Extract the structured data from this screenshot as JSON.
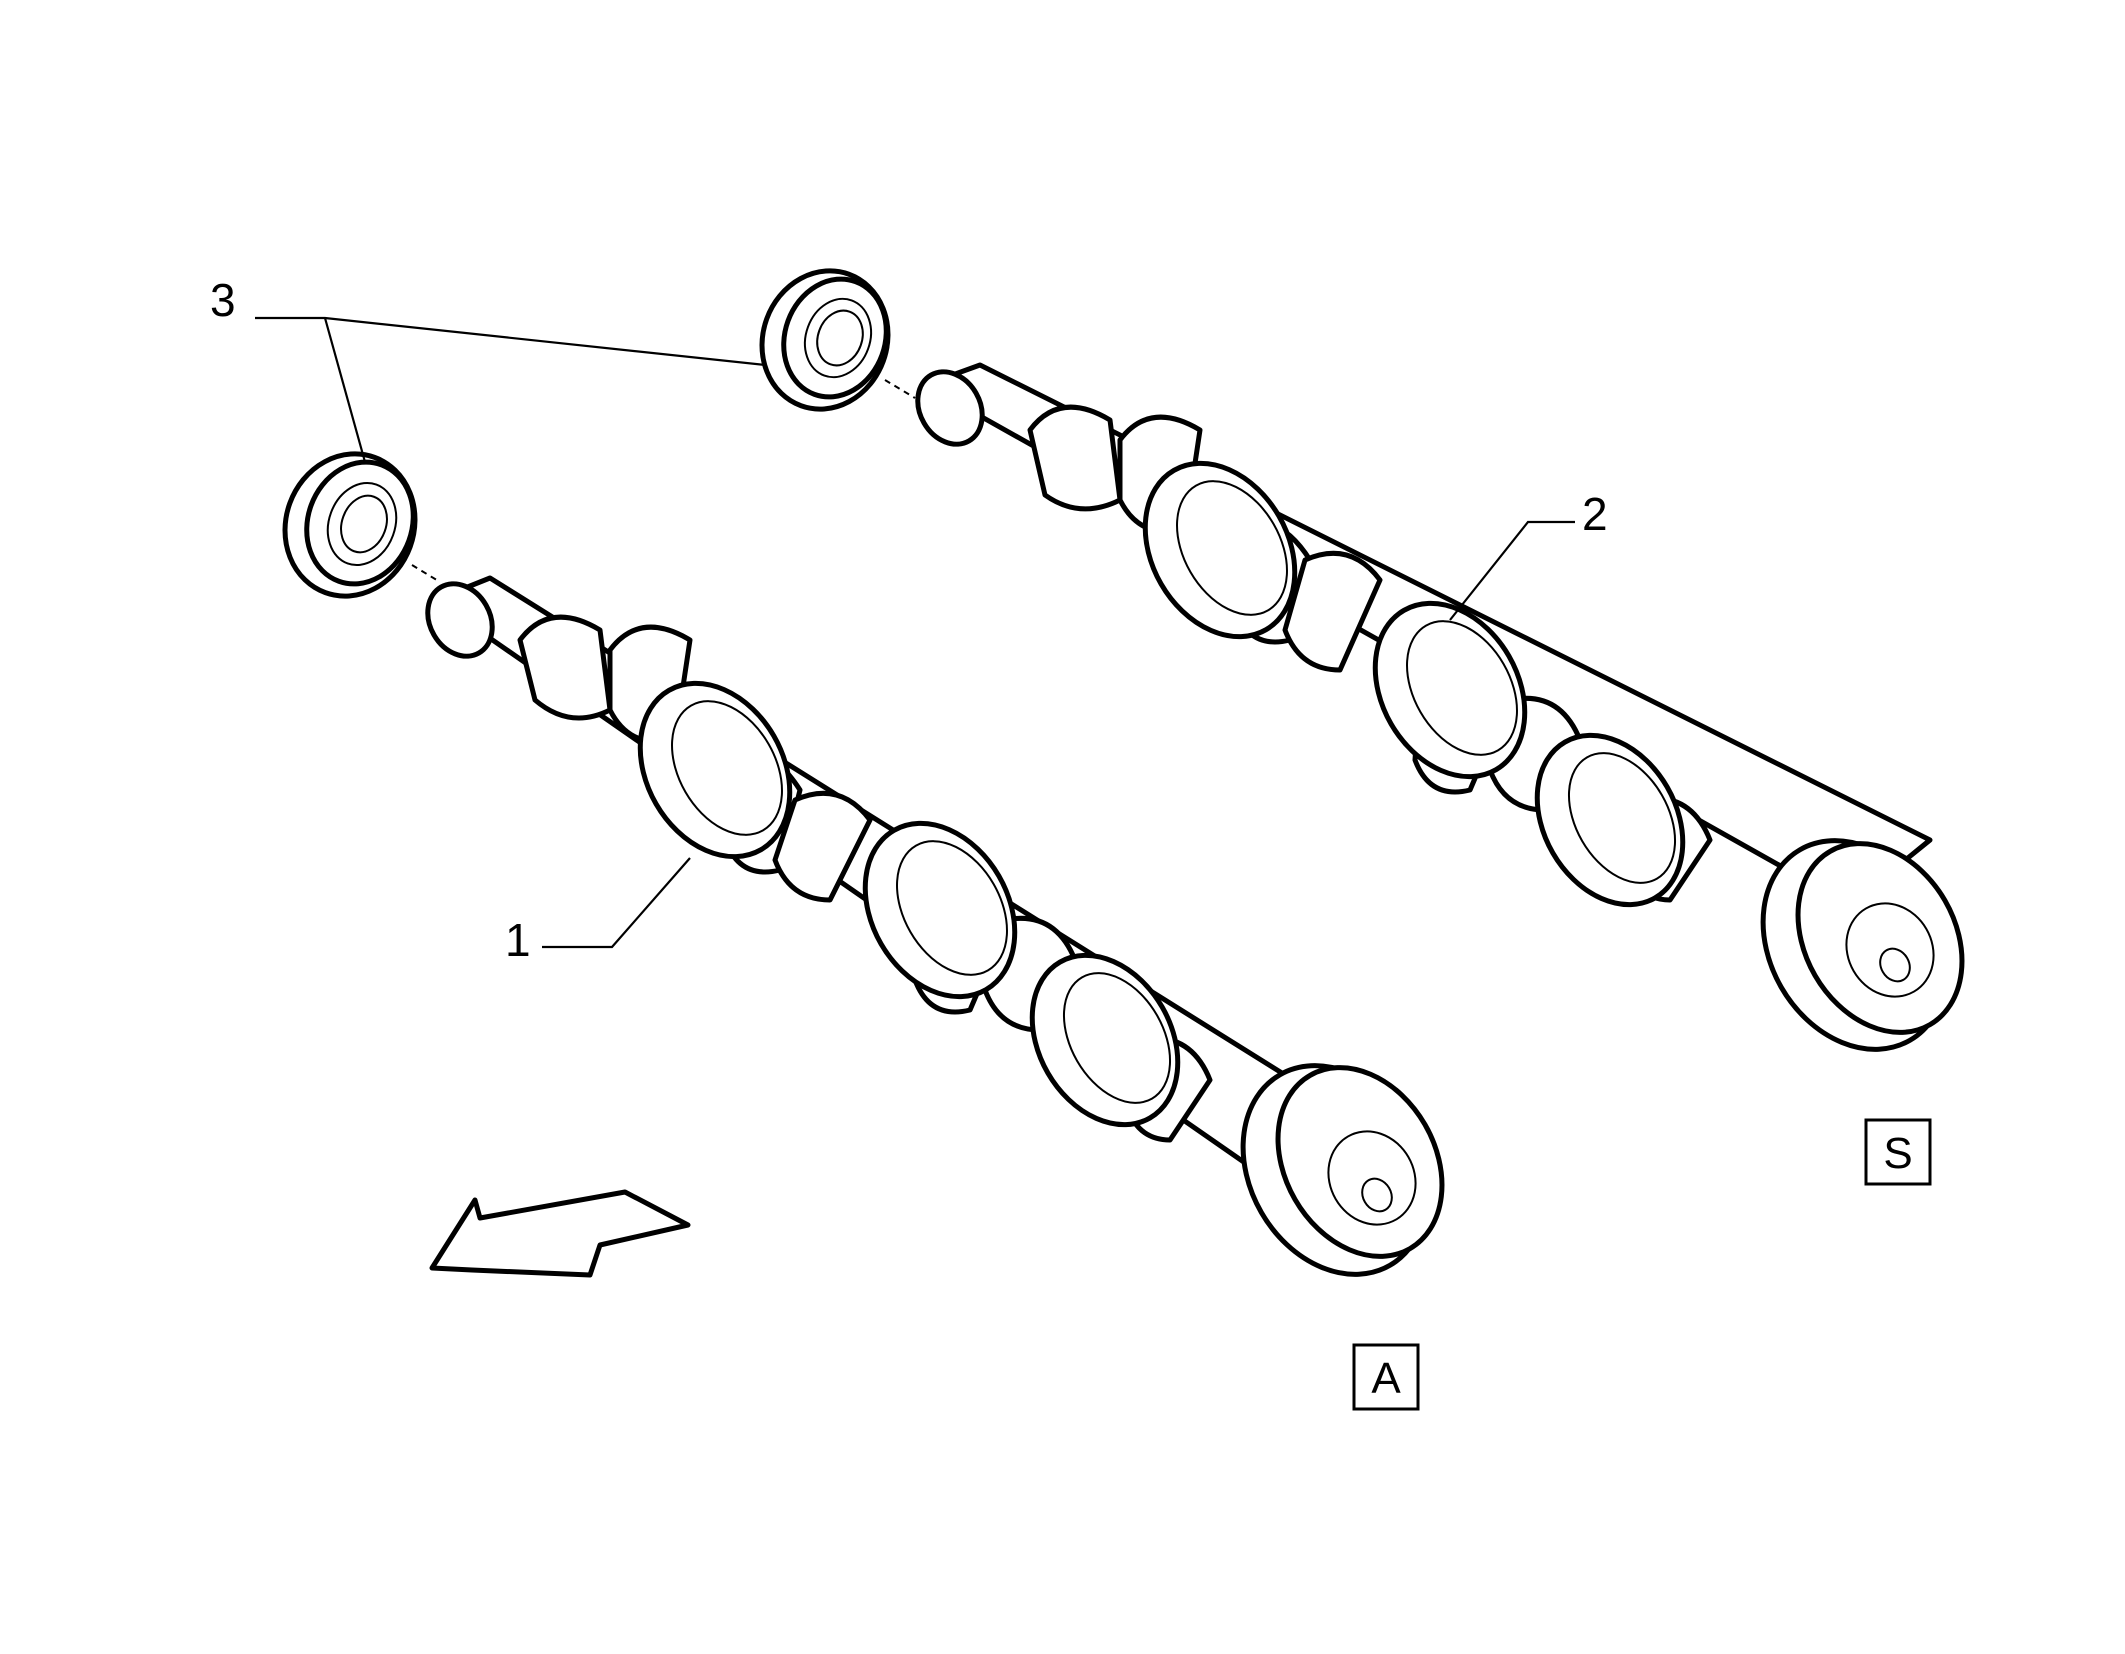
{
  "callouts": {
    "camshaft_intake": "1",
    "camshaft_exhaust": "2",
    "oil_seal": "3"
  },
  "boxed_labels": {
    "a": "A",
    "s": "S"
  },
  "icons": {
    "direction": "direction-arrow-icon"
  },
  "colors": {
    "ink": "#000000",
    "paper": "#ffffff"
  }
}
